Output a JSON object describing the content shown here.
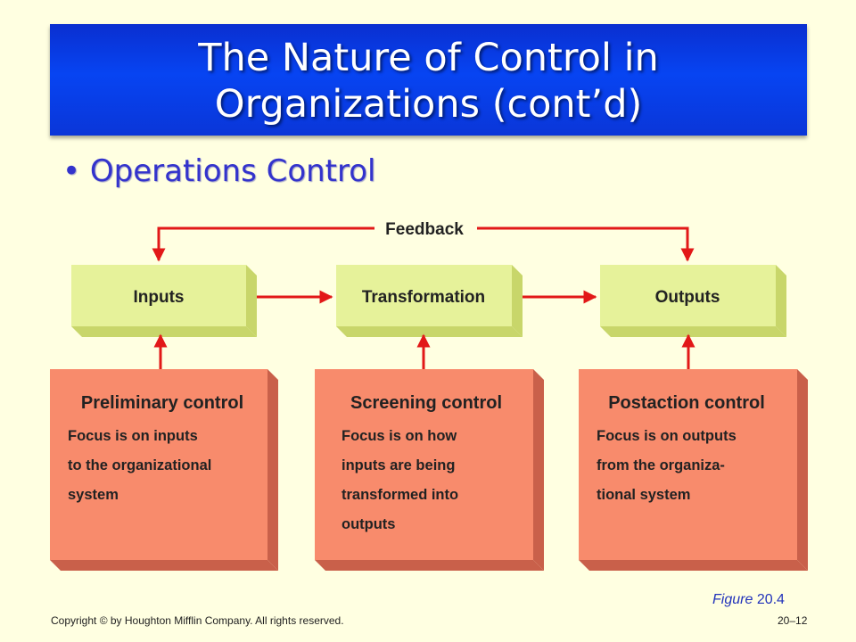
{
  "slide": {
    "title_line1": "The Nature of Control in",
    "title_line2": "Organizations (cont’d)",
    "bullet": "• Operations Control"
  },
  "diagram": {
    "feedback_label": "Feedback",
    "stages": [
      "Inputs",
      "Transformation",
      "Outputs"
    ],
    "controls": [
      {
        "title": "Preliminary control",
        "lines": [
          "Focus is on inputs",
          "to the organizational",
          "system"
        ]
      },
      {
        "title": "Screening control",
        "lines": [
          "Focus is on how",
          "inputs are being",
          "transformed into",
          "outputs"
        ]
      },
      {
        "title": "Postaction control",
        "lines": [
          "Focus is on outputs",
          "from the organiza-",
          "tional system"
        ]
      }
    ],
    "colors": {
      "stage_face": "#e6f29a",
      "stage_side": "#c8d66a",
      "control_face": "#f88b6c",
      "control_side": "#c9604a",
      "arrow": "#e21818"
    }
  },
  "footer": {
    "figure_word": "Figure",
    "figure_number": "20.4",
    "copyright": "Copyright © by Houghton Mifflin Company. All rights reserved.",
    "page": "20–12"
  }
}
